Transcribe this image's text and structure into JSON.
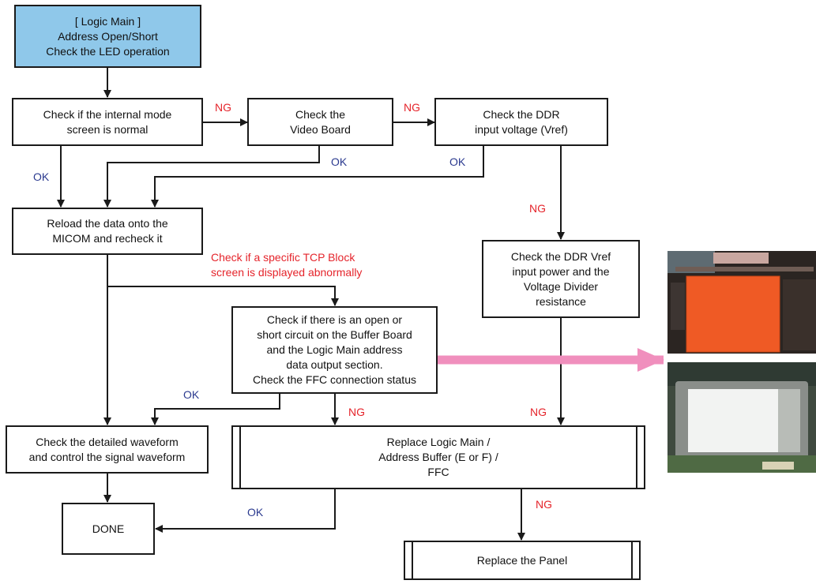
{
  "nodes": {
    "start": [
      "[ Logic Main ]",
      "Address Open/Short",
      "Check the LED operation"
    ],
    "internal_mode": [
      "Check if the internal mode",
      "screen is normal"
    ],
    "video_board": [
      "Check the",
      "Video Board"
    ],
    "ddr_input": [
      "Check the DDR",
      "input voltage (Vref)"
    ],
    "reload": [
      "Reload the data onto the",
      "MICOM and recheck it"
    ],
    "ddr_vref": [
      "Check the DDR Vref",
      "input power and the",
      "Voltage Divider",
      "resistance"
    ],
    "buffer_check": [
      "Check if there is an open or",
      "short circuit on the Buffer Board",
      "and the Logic Main address",
      "data output section.",
      "Check the FFC connection status"
    ],
    "waveform": [
      "Check the detailed waveform",
      "and control the signal waveform"
    ],
    "replace_logic": [
      "Replace Logic Main /",
      "Address Buffer (E or F) /",
      "FFC"
    ],
    "done": [
      "DONE"
    ],
    "replace_panel": [
      "Replace the Panel"
    ]
  },
  "labels": {
    "ng_internal_video": "NG",
    "ng_video_ddr": "NG",
    "ok_internal": "OK",
    "ok_video": "OK",
    "ok_ddr": "OK",
    "ng_ddr_down": "NG",
    "ok_buffer": "OK",
    "ng_buffer": "NG",
    "ng_vref": "NG",
    "ok_replace": "OK",
    "ng_replace": "NG"
  },
  "note": [
    "Check if a specific TCP Block",
    "screen is displayed abnormally"
  ],
  "photos": [
    "panel-photo-orange-screen",
    "panel-photo-white-screen"
  ],
  "colors": {
    "start_fill": "#8fc8ea",
    "ng_text": "#e5242b",
    "ok_text": "#2b3a8f",
    "big_arrow": "#f08fbd",
    "line": "#1a1a1a"
  }
}
